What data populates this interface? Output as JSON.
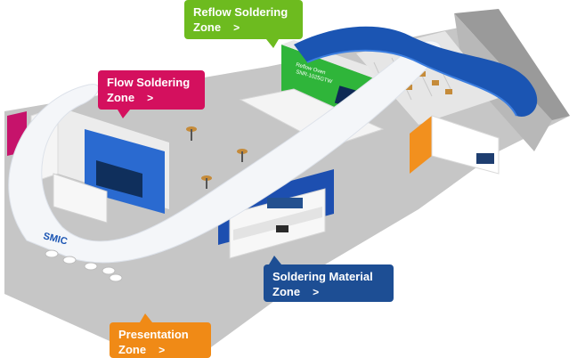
{
  "zones": {
    "reflow": {
      "line1": "Reflow Soldering",
      "line2": "Zone",
      "arrow": ">"
    },
    "flow": {
      "line1": "Flow Soldering",
      "line2": "Zone",
      "arrow": ">"
    },
    "material": {
      "line1": "Soldering Material",
      "line2": "Zone",
      "arrow": ">"
    },
    "presentation": {
      "line1": "Presentation",
      "line2": "Zone",
      "arrow": ">"
    }
  },
  "booth": {
    "brand": "SMIC",
    "reflow_sign_line1": "Reflow Oven",
    "reflow_sign_line2": "SNR-1025GTW"
  },
  "colors": {
    "reflow": "#6dbb1f",
    "flow": "#d4105e",
    "material": "#1d4e94",
    "presentation": "#f08a16",
    "ribbon_blue": "#1b55b3",
    "floor": "#c9c9c9"
  }
}
